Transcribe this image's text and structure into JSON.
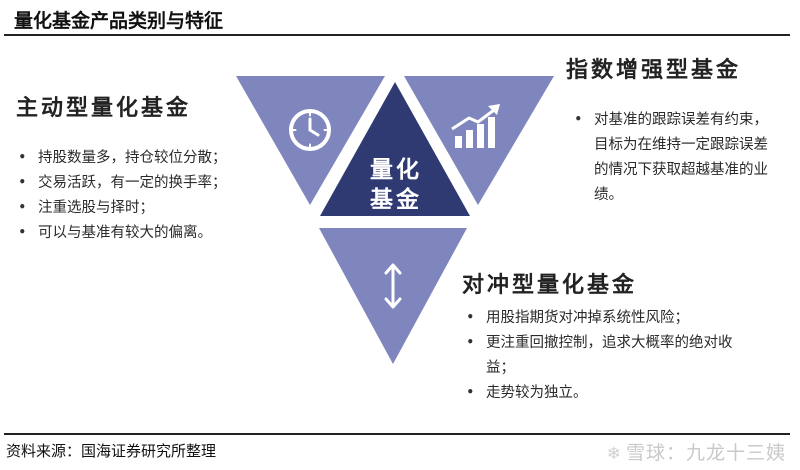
{
  "header": {
    "title": "量化基金产品类别与特征"
  },
  "diagram": {
    "center": {
      "line1": "量化",
      "line2": "基金"
    },
    "active": {
      "title": "主动型量化基金",
      "bullets": [
        "持股数量多，持仓较位分散；",
        "交易活跃，有一定的换手率；",
        "注重选股与择时；",
        "可以与基准有较大的偏离。"
      ]
    },
    "enhanced": {
      "title": "指数增强型基金",
      "bullets": [
        "对基准的跟踪误差有约束，目标为在维持一定跟踪误差的情况下获取超越基准的业绩。"
      ]
    },
    "hedge": {
      "title": "对冲型量化基金",
      "bullets": [
        "用股指期货对冲掉系统性风险；",
        "更注重回撤控制，追求大概率的绝对收益；",
        "走势较为独立。"
      ]
    },
    "colors": {
      "triangle_light": "#7f86bd",
      "triangle_dark": "#2f3a73",
      "icon": "#ffffff"
    },
    "icons": [
      "clock-icon",
      "growth-chart-icon",
      "vertical-arrows-icon"
    ]
  },
  "footer": {
    "source": "资料来源：国海证券研究所整理",
    "watermark": "雪球：九龙十三姨"
  }
}
